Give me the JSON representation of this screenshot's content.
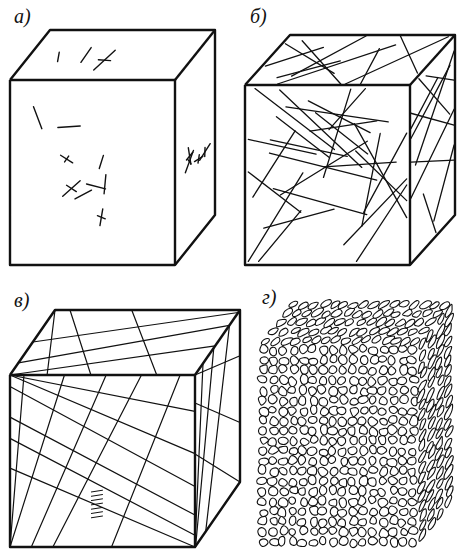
{
  "diagram": {
    "labels": [
      "а)",
      "б)",
      "в)",
      "г)"
    ]
  }
}
